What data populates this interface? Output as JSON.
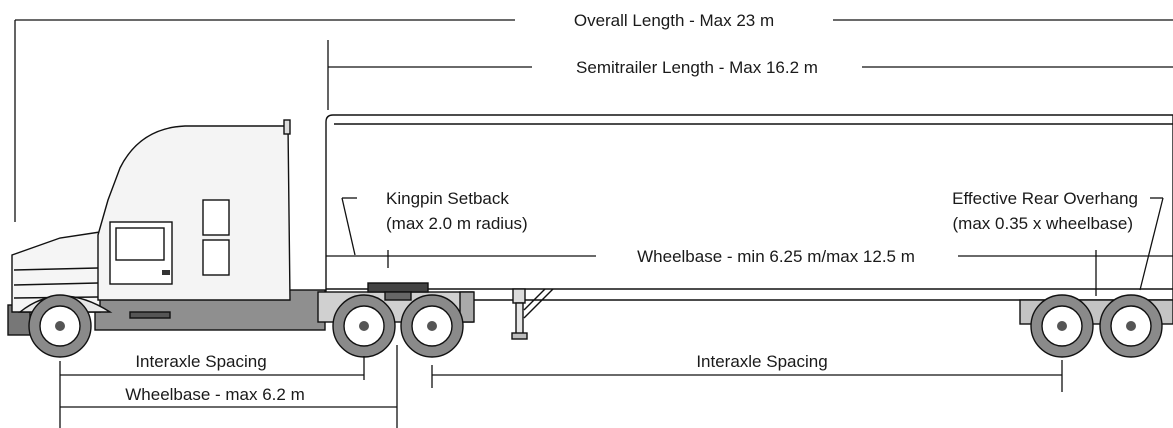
{
  "labels": {
    "overall_length": "Overall Length - Max 23 m",
    "semitrailer_length": "Semitrailer Length - Max 16.2 m",
    "kingpin_setback_line1": "Kingpin Setback",
    "kingpin_setback_line2": "(max 2.0 m radius)",
    "rear_overhang_line1": "Effective Rear Overhang",
    "rear_overhang_line2": "(max 0.35 x wheelbase)",
    "trailer_wheelbase": "Wheelbase - min 6.25 m/max 12.5 m",
    "tractor_interaxle": "Interaxle Spacing",
    "tractor_wheelbase": "Wheelbase - max 6.2 m",
    "trailer_interaxle": "Interaxle Spacing"
  },
  "colors": {
    "line": "#111111",
    "trailer_body": "#ffffff",
    "tractor_body": "#f4f4f4",
    "chassis": "#7a7a7a",
    "tire": "#8a8a8a",
    "hub": "#ffffff"
  }
}
